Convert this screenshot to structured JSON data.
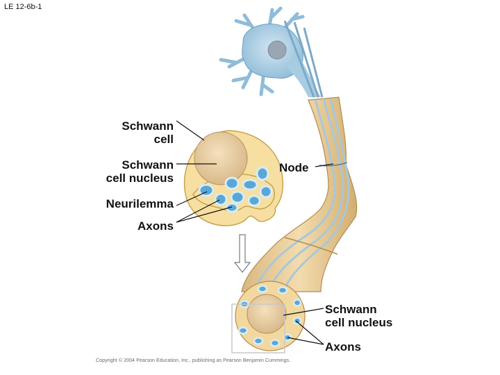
{
  "slide_id": "LE 12-6b-1",
  "labels": {
    "schwann_cell": "Schwann\ncell",
    "schwann_cell_nucleus_left": "Schwann\ncell nucleus",
    "neurilemma": "Neurilemma",
    "axons_left": "Axons",
    "node": "Node",
    "schwann_cell_nucleus_right": "Schwann\ncell nucleus",
    "axons_right": "Axons"
  },
  "copyright": "Copyright © 2004 Pearson Education, Inc., publishing as Pearson Benjamin Cummings.",
  "colors": {
    "cytoplasm": "#f6dfa0",
    "membrane": "#c9a24e",
    "nucleus": "#e8cfa2",
    "axon_fill": "#5aa7d6",
    "axon_ring": "#d6ecf6",
    "neuron": "#a8cce2",
    "nerve_band": "#ead0a0"
  },
  "icons": {
    "arrow": "down-arrow-icon"
  }
}
